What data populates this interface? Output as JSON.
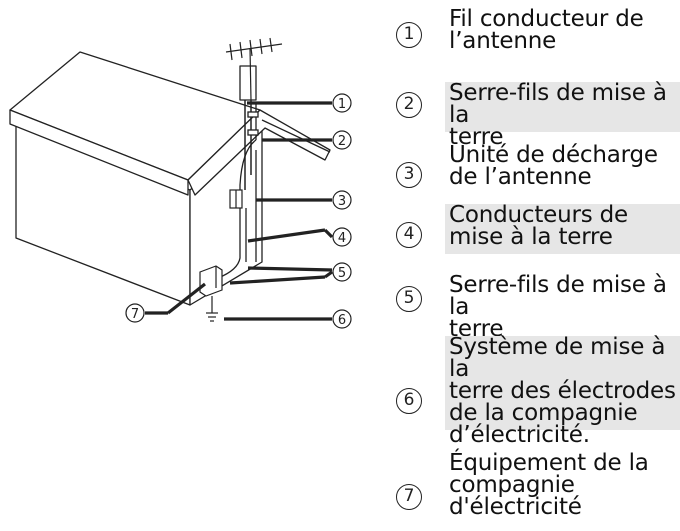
{
  "legend": [
    {
      "num": "1",
      "text": "Fil conducteur de\nl’antenne"
    },
    {
      "num": "2",
      "text": "Serre-fils de mise à la\nterre"
    },
    {
      "num": "3",
      "text": "Unité de décharge\nde l’antenne"
    },
    {
      "num": "4",
      "text": "Conducteurs de\nmise à la terre"
    },
    {
      "num": "5",
      "text": "Serre-fils de mise à la\nterre"
    },
    {
      "num": "6",
      "text": "Système de mise à la\nterre des électrodes\nde la compagnie\nd’électricité."
    },
    {
      "num": "7",
      "text": "Équipement de la\ncompagnie\nd'électricité"
    }
  ],
  "callouts": [
    "1",
    "2",
    "3",
    "4",
    "5",
    "6",
    "7"
  ]
}
